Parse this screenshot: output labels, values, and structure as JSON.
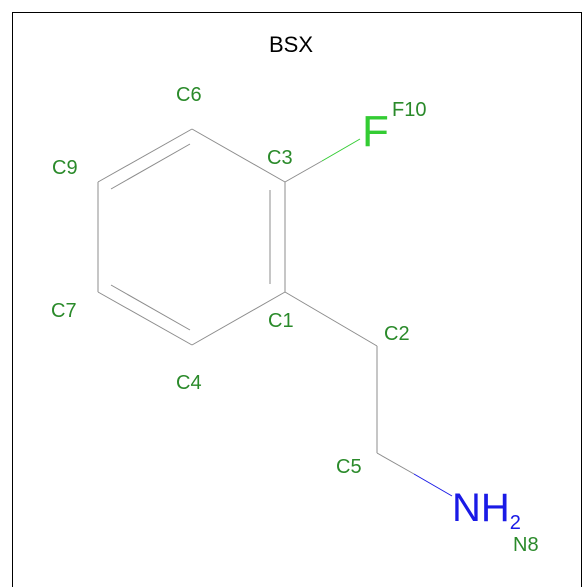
{
  "title": "BSX",
  "colors": {
    "bond": "#8c8c8c",
    "atom_label": "#2a8a2a",
    "fluorine": "#33cc33",
    "nitrogen": "#1a1ae6",
    "border": "#000000"
  },
  "atoms": {
    "c1": "C1",
    "c2": "C2",
    "c3": "C3",
    "c4": "C4",
    "c5": "C5",
    "c6": "C6",
    "c7": "C7",
    "c9": "C9",
    "f10": "F10",
    "n8": "N8"
  },
  "elements": {
    "fluorine_symbol": "F",
    "nitrogen_symbol": "NH",
    "nitrogen_subscript": "2"
  }
}
